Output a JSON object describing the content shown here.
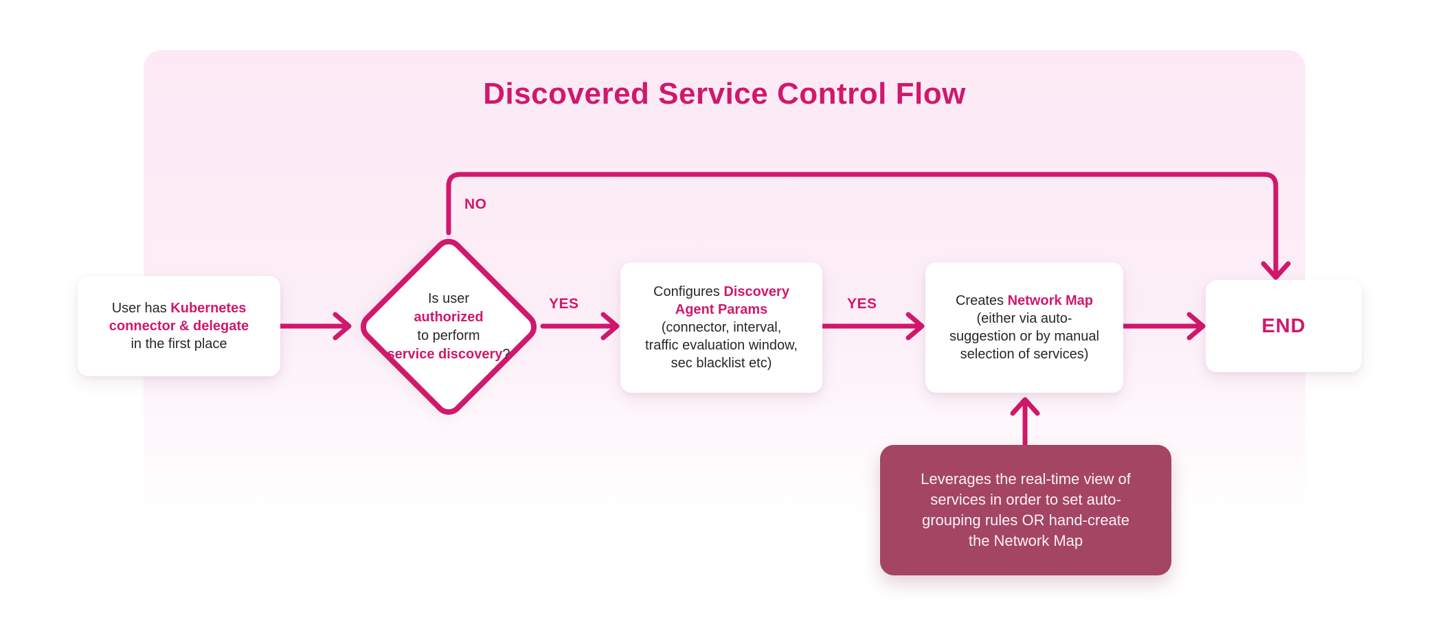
{
  "title": "Discovered Service Control Flow",
  "colors": {
    "accent": "#d0186c",
    "panel_top": "#fce9f5",
    "maroon": "#a34563",
    "text": "#27272a",
    "maroon_text": "#fcf1f6",
    "bg": "#ffffff"
  },
  "labels": {
    "no": "NO",
    "yes_1": "YES",
    "yes_2": "YES"
  },
  "nodes": {
    "start": {
      "lines": [
        [
          {
            "t": "User has "
          },
          {
            "t": "Kubernetes",
            "a": true
          }
        ],
        [
          {
            "t": "connector & delegate",
            "a": true
          }
        ],
        [
          {
            "t": "in the first place"
          }
        ]
      ]
    },
    "decision": {
      "lines": [
        [
          {
            "t": "Is user"
          }
        ],
        [
          {
            "t": "authorized",
            "a": true
          }
        ],
        [
          {
            "t": "to perform"
          }
        ],
        [
          {
            "t": "service discovery",
            "a": true
          },
          {
            "t": "?"
          }
        ]
      ]
    },
    "configure": {
      "lines": [
        [
          {
            "t": "Configures "
          },
          {
            "t": "Discovery",
            "a": true
          }
        ],
        [
          {
            "t": "Agent Params",
            "a": true
          }
        ],
        [
          {
            "t": "(connector, interval,"
          }
        ],
        [
          {
            "t": "traffic evaluation window,"
          }
        ],
        [
          {
            "t": "sec blacklist etc)"
          }
        ]
      ]
    },
    "network_map": {
      "lines": [
        [
          {
            "t": "Creates "
          },
          {
            "t": "Network Map",
            "a": true
          }
        ],
        [
          {
            "t": "(either via auto-"
          }
        ],
        [
          {
            "t": "suggestion or by manual"
          }
        ],
        [
          {
            "t": "selection of services)"
          }
        ]
      ]
    },
    "end": {
      "label": "END"
    },
    "note": {
      "lines": [
        [
          {
            "t": "Leverages the real-time view of"
          }
        ],
        [
          {
            "t": "services in order to set auto-"
          }
        ],
        [
          {
            "t": "grouping rules OR hand-create"
          }
        ],
        [
          {
            "t": "the Network Map"
          }
        ]
      ]
    }
  }
}
